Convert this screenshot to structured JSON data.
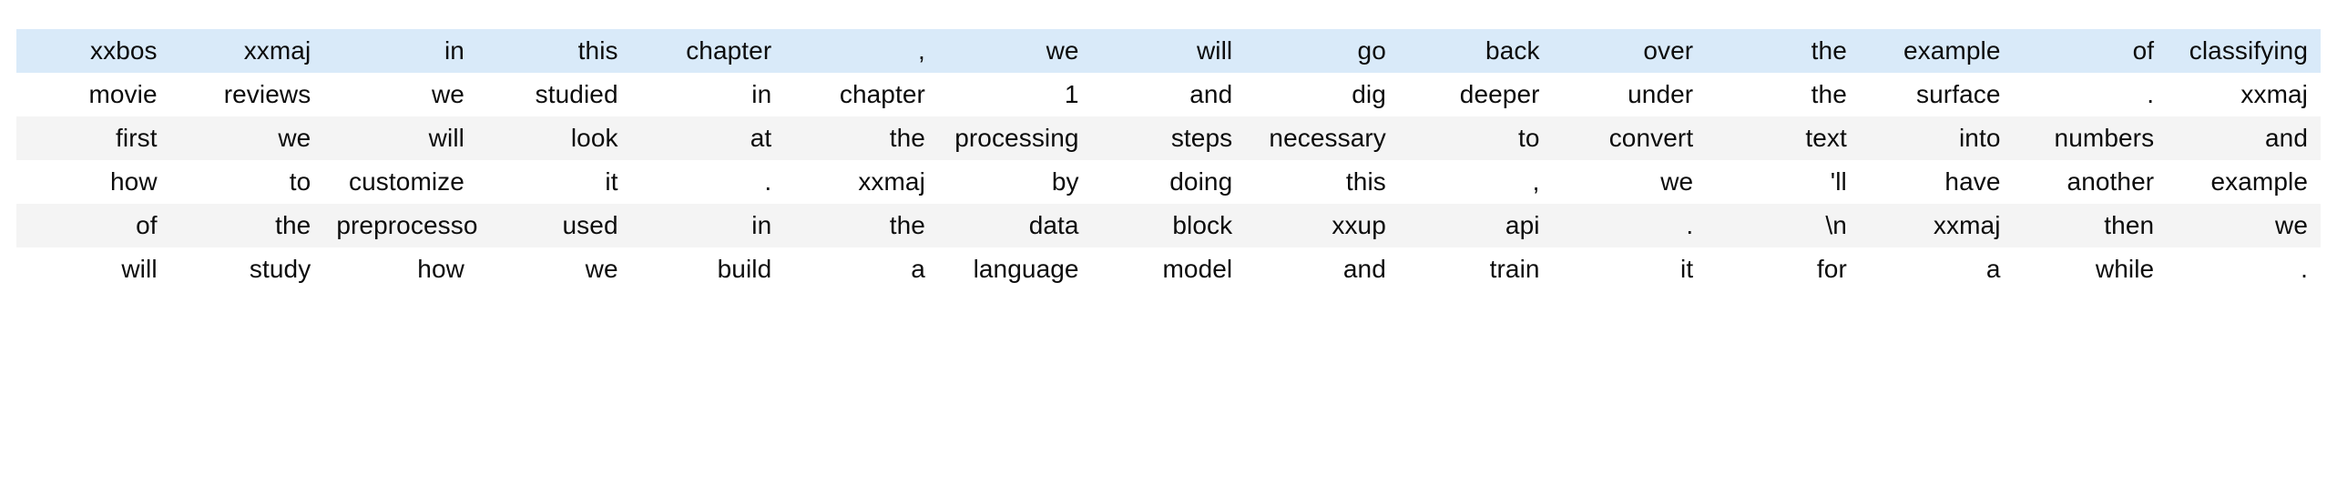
{
  "table": {
    "column_count": 16,
    "row_count": 6,
    "colors": {
      "highlight_row_bg": "#d9eaf9",
      "plain_row_bg": "#ffffff",
      "alt_row_bg": "#f4f4f4",
      "text": "#0c0c0c",
      "page_bg": "#ffffff"
    },
    "row_styles": [
      "row-highlight",
      "row-plain",
      "row-alt",
      "row-plain",
      "row-alt",
      "row-plain"
    ],
    "rows": [
      [
        "xxbos",
        "xxmaj",
        "in",
        "this",
        "chapter",
        ",",
        "we",
        "will",
        "go",
        "back",
        "over",
        "the",
        "example",
        "of",
        "classifying"
      ],
      [
        "movie",
        "reviews",
        "we",
        "studied",
        "in",
        "chapter",
        "1",
        "and",
        "dig",
        "deeper",
        "under",
        "the",
        "surface",
        ".",
        "xxmaj"
      ],
      [
        "first",
        "we",
        "will",
        "look",
        "at",
        "the",
        "processing",
        "steps",
        "necessary",
        "to",
        "convert",
        "text",
        "into",
        "numbers",
        "and"
      ],
      [
        "how",
        "to",
        "customize",
        "it",
        ".",
        "xxmaj",
        "by",
        "doing",
        "this",
        ",",
        "we",
        "'ll",
        "have",
        "another",
        "example"
      ],
      [
        "of",
        "the",
        "preprocessor",
        "used",
        "in",
        "the",
        "data",
        "block",
        "xxup",
        "api",
        ".",
        "\\n",
        "xxmaj",
        "then",
        "we"
      ],
      [
        "will",
        "study",
        "how",
        "we",
        "build",
        "a",
        "language",
        "model",
        "and",
        "train",
        "it",
        "for",
        "a",
        "while",
        "."
      ]
    ]
  }
}
